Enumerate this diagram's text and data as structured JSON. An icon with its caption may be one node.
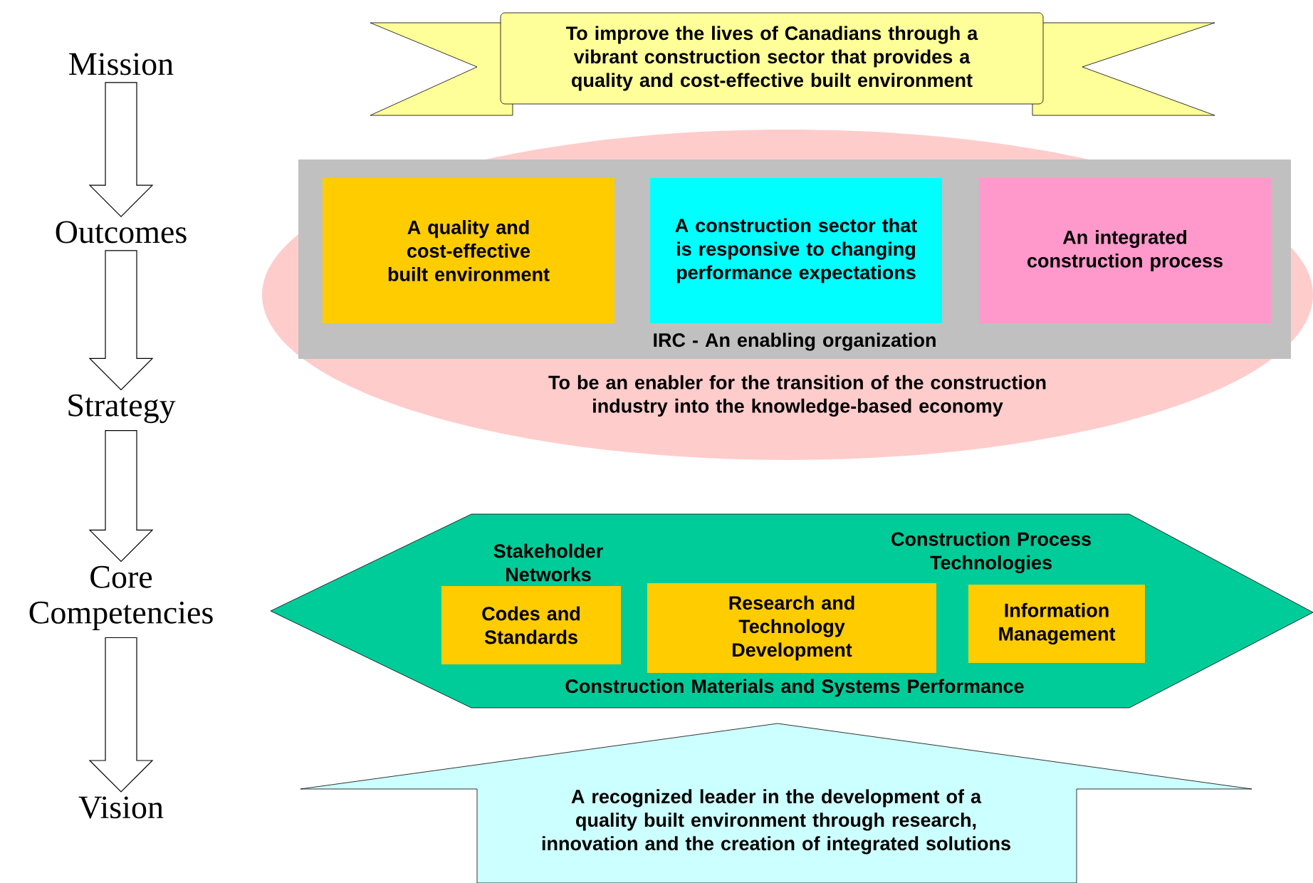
{
  "diagram": {
    "nodes": [
      {
        "text": [
          "Mission"
        ]
      },
      {
        "text": [
          "Outcomes"
        ]
      },
      {
        "text": [
          "Strategy"
        ]
      },
      {
        "text": [
          "Core Competencies"
        ]
      },
      {
        "text": [
          "Vision"
        ]
      },
      {
        "text": [
          "To improve the lives of Canadians through a vibrant construction sector that provides a quality and cost-effective built environment"
        ]
      },
      {
        "text": [
          "To be an enabler for the transition of the construction industry into the knowledge-based economy"
        ]
      },
      {
        "text": [
          "IRC - An enabling organization"
        ],
        "in": 6
      },
      {
        "text": [
          "A quality and cost-effective built environment"
        ],
        "in": 7
      },
      {
        "text": [
          "A construction sector that is responsive to changing performance expectations"
        ],
        "in": 7
      },
      {
        "text": [
          "An integrated construction process"
        ],
        "in": 7
      },
      {
        "text": [
          "Stakeholder Networks",
          "Construction Process Technologies",
          "Construction Materials and Systems Performance"
        ]
      },
      {
        "text": [
          "Codes and Standards"
        ],
        "in": 11
      },
      {
        "text": [
          "Research and Technology Development"
        ],
        "in": 11
      },
      {
        "text": [
          "Information Management"
        ],
        "in": 11
      },
      {
        "text": [
          "A recognized leader in the development of a quality built environment through research, innovation and the creation of integrated solutions"
        ]
      }
    ],
    "edges": [
      {
        "from": 0,
        "to": 1,
        "arrow": "to"
      },
      {
        "from": 1,
        "to": 2,
        "arrow": "to"
      },
      {
        "from": 2,
        "to": 3,
        "arrow": "to"
      },
      {
        "from": 3,
        "to": 4,
        "arrow": "to"
      }
    ]
  }
}
